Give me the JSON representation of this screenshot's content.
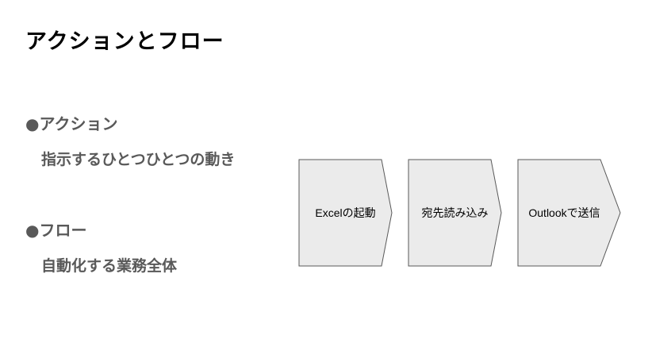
{
  "slide": {
    "title": "アクションとフロー",
    "sections": [
      {
        "heading": "●アクション",
        "description": "指示するひとつひとつの動き"
      },
      {
        "heading": "●フロー",
        "description": "自動化する業務全体"
      }
    ]
  },
  "flow": {
    "steps": [
      {
        "label": "Excelの起動"
      },
      {
        "label": "宛先読み込み"
      },
      {
        "label": "Outlookで送信"
      }
    ]
  },
  "colors": {
    "step_fill": "#ebebeb",
    "step_stroke": "#595959",
    "text_gray": "#595959"
  }
}
